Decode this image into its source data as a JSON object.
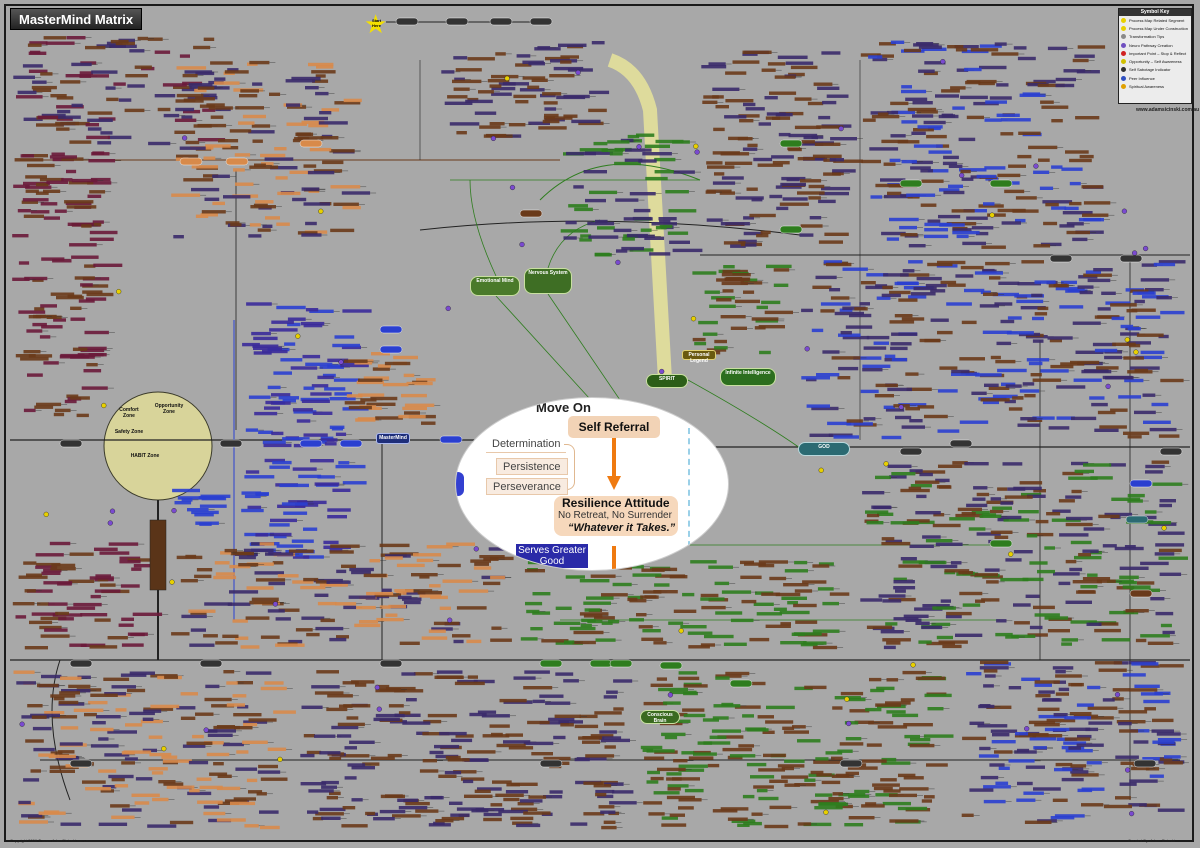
{
  "title": "MasterMind Matrix",
  "start_here": "Start Here",
  "symbol_key": {
    "title": "Symbol Key",
    "items": [
      {
        "label": "Process Map Related Segment",
        "color": "#e8d000"
      },
      {
        "label": "Process Map Under Construction",
        "color": "#e8d000"
      },
      {
        "label": "Transformation Tips",
        "color": "#8a8a8a"
      },
      {
        "label": "Neuro Pathway Creation",
        "color": "#7050c0"
      },
      {
        "label": "Important Point – Stop & Reflect",
        "color": "#d02020"
      },
      {
        "label": "Opportunity – Self Awareness",
        "color": "#d0c000"
      },
      {
        "label": "Self Sabotage Indicator",
        "color": "#303030"
      },
      {
        "label": "Peer Influence",
        "color": "#3050c0"
      },
      {
        "label": "Spiritual Awareness",
        "color": "#e0a000"
      }
    ],
    "website": "www.adamsicinski.com.au"
  },
  "footer": {
    "copyright": "Copyright 2006 © www.AdamSicinski.com.au",
    "creator": "Created By: Adam Sicinski"
  },
  "magnifier": {
    "move_on": "Move On",
    "self_referral": "Self Referral",
    "determination": "Determination",
    "persistence": "Persistence",
    "perseverance": "Perseverance",
    "resilience_title": "Resilience Attitude",
    "resilience_sub": "No Retreat, No Surrender",
    "resilience_quote": "“Whatever it Takes.”",
    "serves_greater_good": "Serves Greater Good"
  },
  "nodes": {
    "emotional_mind": "Emotional Mind",
    "nervous_system": "Nervous System",
    "spirit": "SPIRIT",
    "infinite_intelligence": "Infinite Intelligence",
    "god": "GOD",
    "mastermind": "MasterMind",
    "personal_legend": "Personal Legend",
    "comfort_zone": "Comfort Zone",
    "opportunity_zone": "Opportunity Zone",
    "safety_zone": "Safety Zone",
    "habit_zone": "HABIT Zone",
    "conscious_brain": "Conscious Brain"
  },
  "colors": {
    "background": "#a8a8a8",
    "orange_branch": "#e08a3a",
    "green_branch": "#2e7d1e",
    "blue_branch": "#2a3fd0",
    "brown_branch": "#6a3a1a",
    "teal_branch": "#2b6a72",
    "highlight_band": "#e8e49a"
  }
}
